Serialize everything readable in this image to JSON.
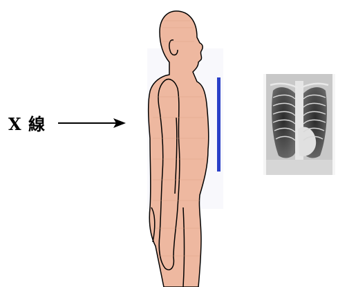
{
  "diagram": {
    "xray_label": "X 線",
    "colors": {
      "skin": "#eeb8a0",
      "outline": "#000000",
      "detector": "#2a40c8",
      "arrow": "#000000"
    },
    "icons": {
      "arrow": "right-arrow",
      "body": "human-profile",
      "film": "chest-xray"
    }
  }
}
